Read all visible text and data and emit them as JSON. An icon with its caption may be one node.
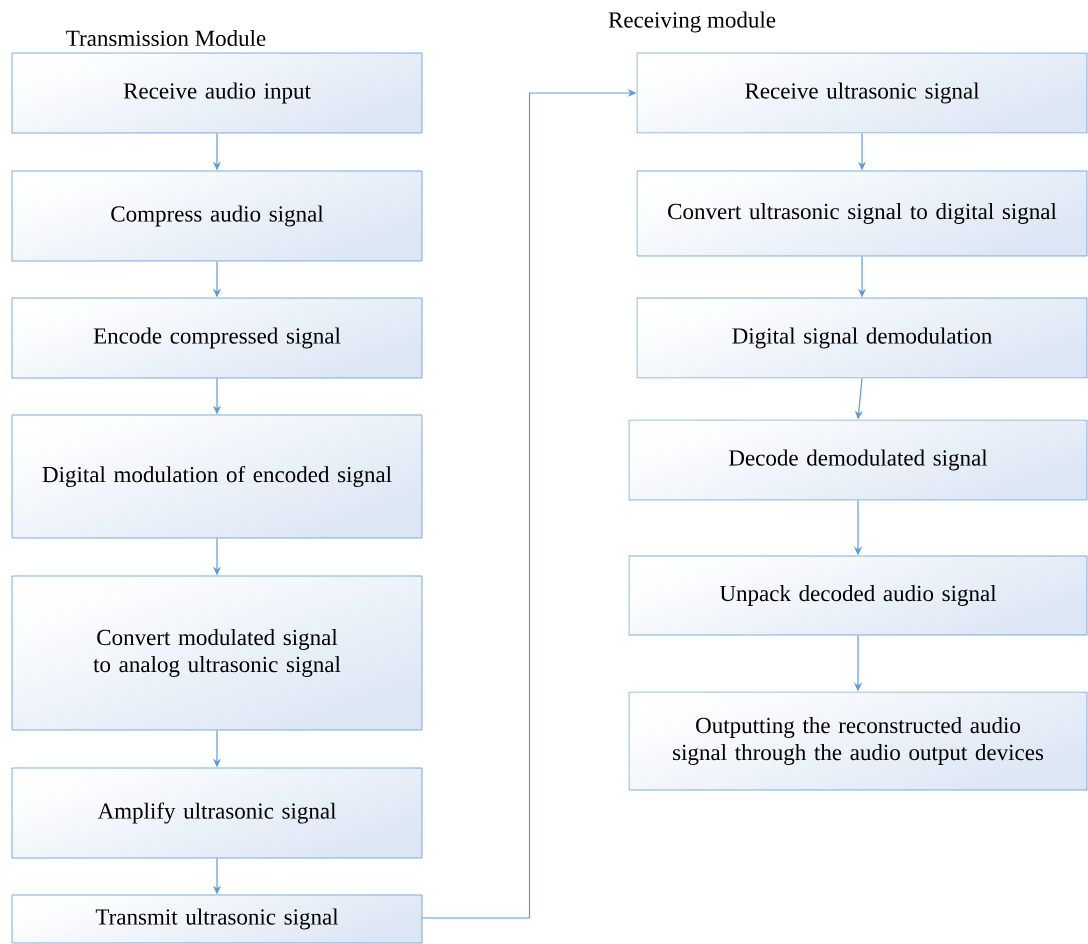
{
  "diagram": {
    "nodes": [
      {
        "text": [
          "Receive audio input"
        ]
      },
      {
        "text": [
          "Compress audio signal"
        ]
      },
      {
        "text": [
          "Encode compressed signal"
        ]
      },
      {
        "text": [
          "Digital modulation of encoded signal"
        ]
      },
      {
        "text": [
          "Convert modulated signal to analog ultrasonic signal"
        ]
      },
      {
        "text": [
          "Amplify ultrasonic signal"
        ]
      },
      {
        "text": [
          "Transmit ultrasonic signal"
        ]
      },
      {
        "text": [
          "Receive ultrasonic signal"
        ]
      },
      {
        "text": [
          "Convert ultrasonic signal to digital signal"
        ]
      },
      {
        "text": [
          "Digital signal demodulation"
        ]
      },
      {
        "text": [
          "Decode demodulated signal"
        ]
      },
      {
        "text": [
          "Unpack decoded audio signal"
        ]
      },
      {
        "text": [
          "Outputting the reconstructed audio signal through the audio output devices"
        ]
      }
    ],
    "edges": [
      {
        "from": 0,
        "to": 1,
        "arrow": "to"
      },
      {
        "from": 1,
        "to": 2,
        "arrow": "to"
      },
      {
        "from": 2,
        "to": 3,
        "arrow": "to"
      },
      {
        "from": 3,
        "to": 4,
        "arrow": "to"
      },
      {
        "from": 4,
        "to": 5,
        "arrow": "to"
      },
      {
        "from": 5,
        "to": 6,
        "arrow": "to"
      },
      {
        "from": 6,
        "to": 7,
        "arrow": "to"
      },
      {
        "from": 7,
        "to": 8,
        "arrow": "to"
      },
      {
        "from": 8,
        "to": 9,
        "arrow": "to"
      },
      {
        "from": 9,
        "to": 10,
        "arrow": "to"
      },
      {
        "from": 10,
        "to": 11,
        "arrow": "to"
      },
      {
        "from": 11,
        "to": 12,
        "arrow": "to"
      }
    ],
    "labels": [
      "Receiving module",
      "Transmission Module"
    ]
  }
}
